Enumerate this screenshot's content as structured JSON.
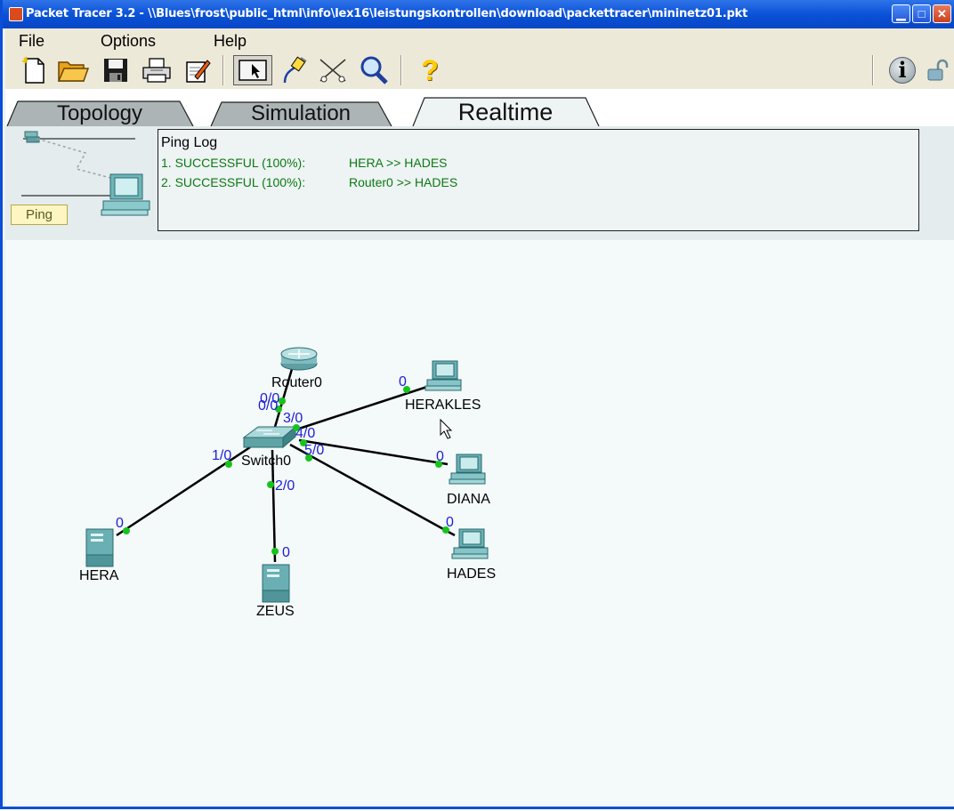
{
  "window": {
    "title": "Packet Tracer 3.2 - \\\\Blues\\frost\\public_html\\info\\lex16\\leistungskontrollen\\download\\packettracer\\mininetz01.pkt",
    "minimize_glyph": "▁",
    "maximize_glyph": "□",
    "close_glyph": "✕"
  },
  "menu": {
    "file": "File",
    "options": "Options",
    "help": "Help"
  },
  "toolbar": {
    "icons": [
      "new-file-icon",
      "open-folder-icon",
      "save-disk-icon",
      "print-icon",
      "edit-notes-icon",
      "select-pointer-icon",
      "connect-cable-icon",
      "delete-icon",
      "inspect-magnifier-icon",
      "help-question-icon",
      "info-icon",
      "lock-icon"
    ],
    "help_glyph": "?",
    "info_glyph": "i"
  },
  "tabs": {
    "topology": "Topology",
    "simulation": "Simulation",
    "realtime": "Realtime",
    "active": "Realtime"
  },
  "ping_panel": {
    "button_label": "Ping",
    "log_title": "Ping Log",
    "entries": [
      {
        "result": "1. SUCCESSFUL (100%):",
        "route": "HERA >> HADES"
      },
      {
        "result": "2. SUCCESSFUL (100%):",
        "route": "Router0 >> HADES"
      }
    ]
  },
  "network": {
    "link_color": "#000000",
    "port_color": "#16c41c",
    "port_label_color": "#1d1dd6",
    "devices": {
      "router0": "Router0",
      "switch0": "Switch0",
      "herakles": "HERAKLES",
      "diana": "DIANA",
      "hades": "HADES",
      "hera": "HERA",
      "zeus": "ZEUS"
    },
    "ports": {
      "router_0_0": "0/0",
      "switch_0_0": "0/0",
      "switch_3_0": "3/0",
      "switch_4_0": "4/0",
      "switch_5_0": "5/0",
      "switch_1_0": "1/0",
      "switch_2_0": "2/0",
      "herakles_0": "0",
      "diana_0": "0",
      "hades_0": "0",
      "hera_0": "0",
      "zeus_0": "0"
    }
  }
}
